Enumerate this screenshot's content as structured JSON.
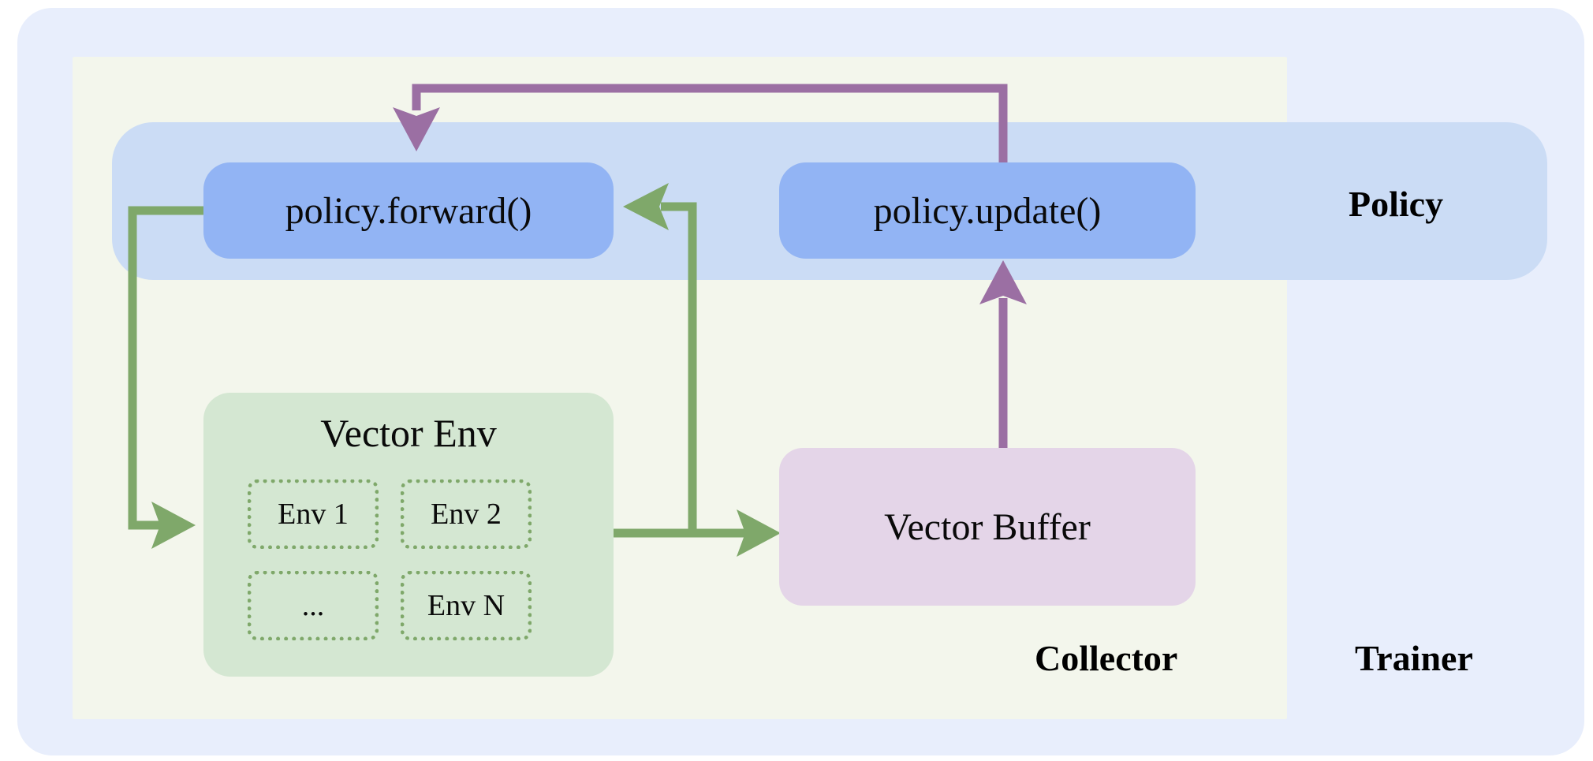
{
  "diagram": {
    "title_semantics": "reinforcement-learning trainer architecture",
    "containers": {
      "trainer": {
        "label": "Trainer",
        "color": "#e8eefc"
      },
      "collector": {
        "label": "Collector",
        "color": "#f3f6ec"
      },
      "policy": {
        "label": "Policy",
        "color": "#cbdcf5"
      }
    },
    "nodes": {
      "policy_forward": {
        "label": "policy.forward()",
        "color": "#92b4f4"
      },
      "policy_update": {
        "label": "policy.update()",
        "color": "#92b4f4"
      },
      "vector_env": {
        "label": "Vector Env",
        "color": "#d4e7d2"
      },
      "vector_buffer": {
        "label": "Vector Buffer",
        "color": "#e4d5e8"
      }
    },
    "env_cells": [
      {
        "label": "Env 1"
      },
      {
        "label": "Env 2"
      },
      {
        "label": "..."
      },
      {
        "label": "Env N"
      }
    ],
    "edges": [
      {
        "from": "policy.forward()",
        "to": "Vector Env",
        "color": "#7fa86a"
      },
      {
        "from": "Vector Env",
        "to": "policy.forward()",
        "color": "#7fa86a"
      },
      {
        "from": "Vector Env",
        "to": "Vector Buffer",
        "color": "#7fa86a"
      },
      {
        "from": "Vector Buffer",
        "to": "policy.update()",
        "color": "#9b6fa3"
      },
      {
        "from": "policy.update()",
        "to": "policy.forward()",
        "color": "#9b6fa3"
      }
    ],
    "colors": {
      "green_edge": "#7fa86a",
      "purple_edge": "#9b6fa3",
      "node_blue": "#92b4f4",
      "band_blue": "#cbdcf5",
      "outer_blue": "#e8eefc",
      "collector_cream": "#f3f6ec",
      "env_green": "#d4e7d2",
      "buffer_purple": "#e4d5e8"
    }
  }
}
